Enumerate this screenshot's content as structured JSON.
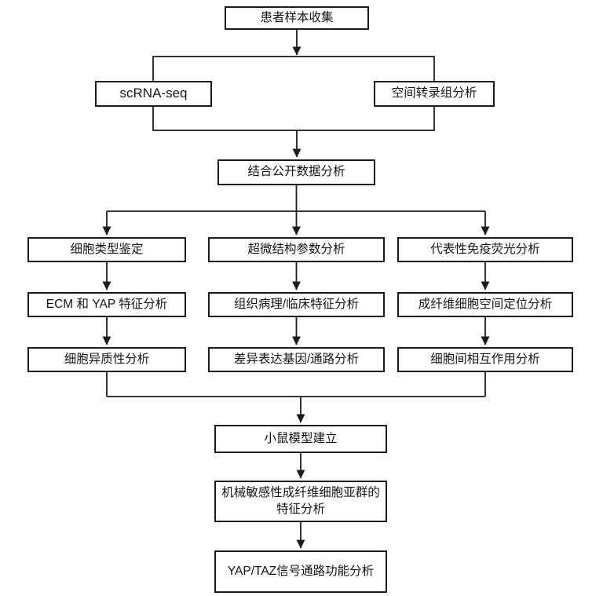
{
  "diagram": {
    "type": "flowchart",
    "background_color": "#ffffff",
    "line_color": "#1c1c1c",
    "box_fill": "#ffffff",
    "box_border_color": "#1c1c1c",
    "text_color": "#141414"
  },
  "flowchart": {
    "nodes": {
      "patient_collection": {
        "label": "患者样本收集"
      },
      "scrna_seq": {
        "label": "scRNA-seq"
      },
      "spatial_transcriptomics": {
        "label": "空间转录组分析"
      },
      "public_data_analysis": {
        "label": "结合公开数据分析"
      },
      "cell_type_identification": {
        "label": "细胞类型鉴定"
      },
      "ultrastructure_params": {
        "label": "超微结构参数分析"
      },
      "immunofluorescence": {
        "label": "代表性免疫荧光分析"
      },
      "ecm_yap_features": {
        "label": "ECM 和 YAP 特征分析"
      },
      "histopathology_clinical": {
        "label": "组织病理/临床特征分析"
      },
      "fibroblast_localization": {
        "label": "成纤维细胞空间定位分析"
      },
      "cell_heterogeneity": {
        "label": "细胞异质性分析"
      },
      "deg_pathway_analysis": {
        "label": "差异表达基因/通路分析"
      },
      "cell_interaction": {
        "label": "细胞间相互作用分析"
      },
      "mouse_model": {
        "label": "小鼠模型建立"
      },
      "mechanosensitive_subset": {
        "label": "机械敏感性成纤维细胞亚群的特征分析"
      },
      "yap_taz_function": {
        "label": "YAP/TAZ信号通路功能分析"
      }
    },
    "edges": [
      "患者样本收集 → scRNA-seq",
      "患者样本收集 → 空间转录组分析",
      "scRNA-seq → 结合公开数据分析",
      "空间转录组分析 → 结合公开数据分析",
      "结合公开数据分析 → 细胞类型鉴定",
      "结合公开数据分析 → 超微结构参数分析",
      "结合公开数据分析 → 代表性免疫荧光分析",
      "细胞类型鉴定 → ECM 和 YAP 特征分析",
      "超微结构参数分析 → 组织病理/临床特征分析",
      "代表性免疫荧光分析 → 成纤维细胞空间定位分析",
      "ECM 和 YAP 特征分析 → 细胞异质性分析",
      "组织病理/临床特征分析 → 差异表达基因/通路分析",
      "成纤维细胞空间定位分析 → 细胞间相互作用分析",
      "细胞异质性分析 → 小鼠模型建立",
      "细胞间相互作用分析 → 小鼠模型建立",
      "小鼠模型建立 → 机械敏感性成纤维细胞亚群的特征分析",
      "机械敏感性成纤维细胞亚群的特征分析 → YAP/TAZ信号通路功能分析"
    ]
  }
}
